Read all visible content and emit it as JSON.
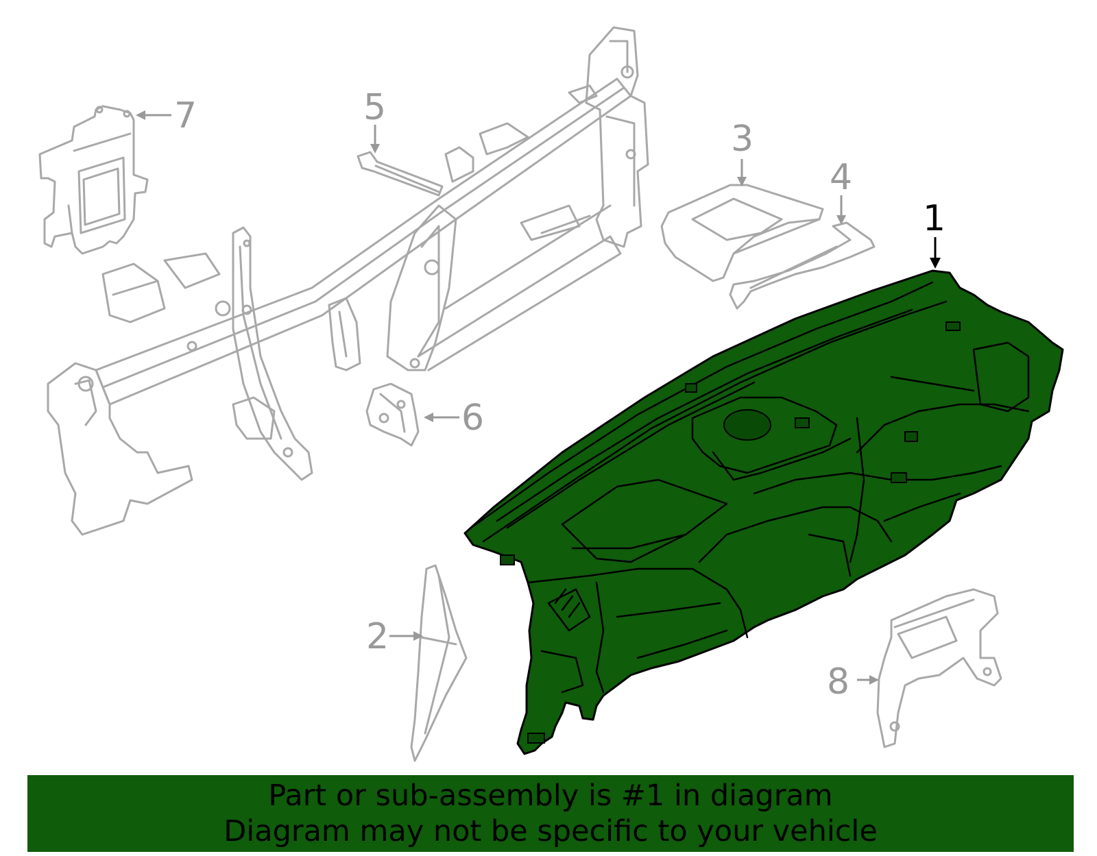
{
  "callouts": {
    "c1": "1",
    "c2": "2",
    "c3": "3",
    "c4": "4",
    "c5": "5",
    "c6": "6",
    "c7": "7",
    "c8": "8"
  },
  "banner": {
    "line1": "Part or sub-assembly is #1 in diagram",
    "line2": "Diagram may not be specific to your vehicle"
  },
  "colors": {
    "highlight": "#0f5c0a",
    "ghost_line": "#a8a8a8",
    "callout_gray": "#999999"
  }
}
